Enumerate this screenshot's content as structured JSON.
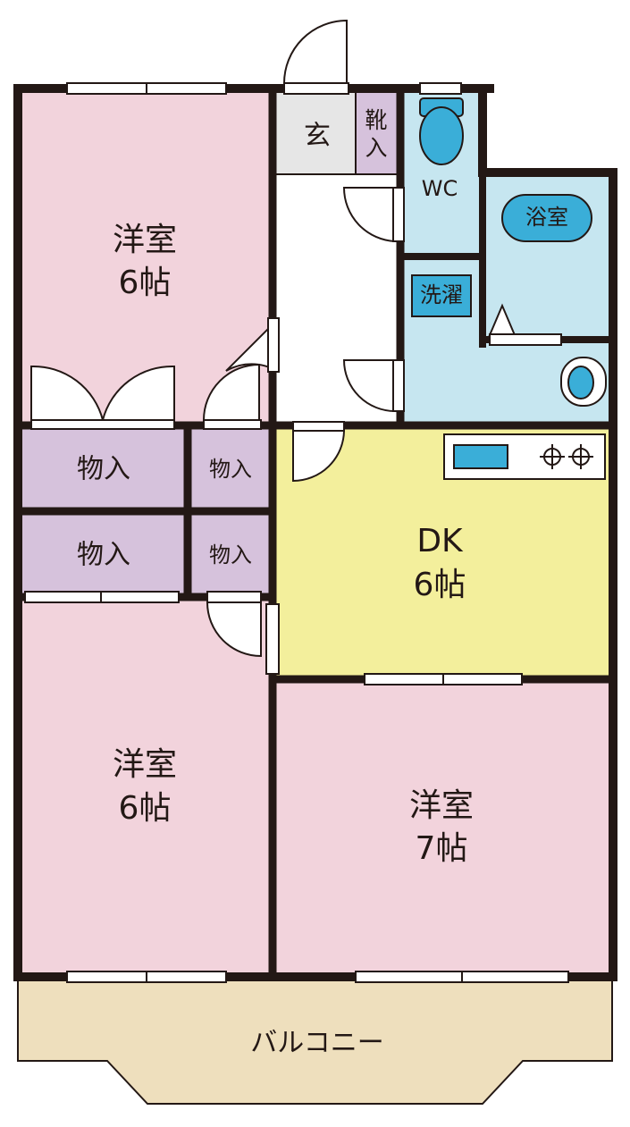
{
  "rooms": {
    "western_top_left": {
      "name": "洋室",
      "size": "6帖"
    },
    "entrance": {
      "name": "玄"
    },
    "shoe_storage": {
      "line1": "靴",
      "line2": "入"
    },
    "toilet": {
      "name": "WC"
    },
    "bath": {
      "name": "浴室"
    },
    "laundry": {
      "name": "洗濯"
    },
    "closet_1": {
      "name": "物入"
    },
    "closet_2": {
      "name": "物入"
    },
    "closet_3": {
      "name": "物入"
    },
    "closet_4": {
      "name": "物入"
    },
    "dk": {
      "name": "DK",
      "size": "6帖"
    },
    "western_bottom_left": {
      "name": "洋室",
      "size": "6帖"
    },
    "western_bottom_right": {
      "name": "洋室",
      "size": "7帖"
    },
    "balcony": {
      "name": "バルコニー"
    }
  },
  "colors": {
    "bedroom": "#f2d3dc",
    "storage": "#d6c2dc",
    "water": "#c6e6f0",
    "dk": "#f3ef9c",
    "balcony": "#eedfbd",
    "entrance": "#e6e6e6",
    "fixture": "#3aaed8",
    "wall": "#231815"
  }
}
